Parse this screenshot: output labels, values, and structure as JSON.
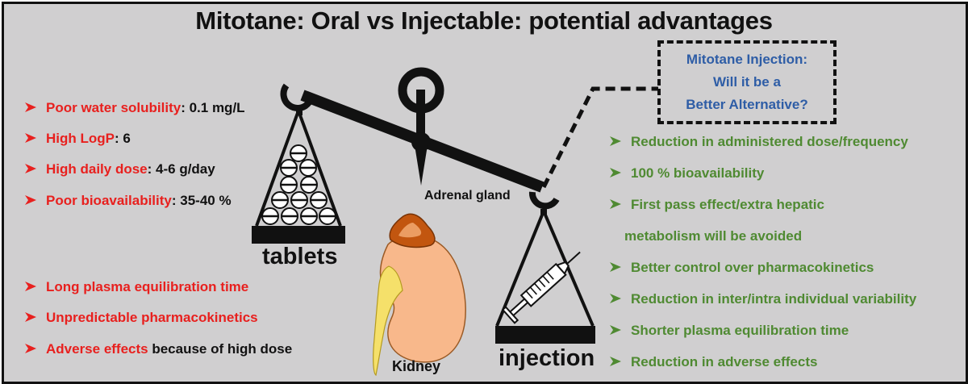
{
  "title": "Mitotane: Oral vs Injectable: potential advantages",
  "colors": {
    "background": "#d0cfd0",
    "negative": "#e8201e",
    "positive": "#4f8a32",
    "callout": "#2e5da6",
    "kidney": "#f8b88b",
    "adrenal": "#c2560f",
    "ureter": "#f5e06a"
  },
  "oral_drawbacks_top": [
    {
      "highlight": "Poor water solubility",
      "rest": ": 0.1 mg/L"
    },
    {
      "highlight": "High LogP",
      "rest": ": 6"
    },
    {
      "highlight": "High daily dose",
      "rest": ": 4-6 g/day"
    },
    {
      "highlight": "Poor bioavailability",
      "rest": ": 35-40 %"
    }
  ],
  "oral_drawbacks_bottom": [
    {
      "highlight": "Long plasma equilibration time",
      "rest": ""
    },
    {
      "highlight": "Unpredictable pharmacokinetics",
      "rest": ""
    },
    {
      "highlight": "Adverse effects",
      "rest": " because of high dose"
    }
  ],
  "callout": {
    "line1": "Mitotane Injection:",
    "line2": "Will it be a",
    "line3": "Better Alternative?"
  },
  "injection_advantages": [
    "Reduction in administered dose/frequency",
    "100 % bioavailability",
    "First pass effect/extra hepatic",
    "metabolism will be avoided",
    "Better control over pharmacokinetics",
    "Reduction in inter/intra individual variability",
    "Shorter plasma equilibration time",
    "Reduction in adverse effects"
  ],
  "labels": {
    "tablets": "tablets",
    "injection": "injection",
    "adrenal": "Adrenal gland",
    "kidney": "Kidney"
  },
  "icons": {
    "bullet": "arrowhead-bullet-icon",
    "scale": "balance-scale-icon",
    "tablet": "tablet-pill-icon",
    "syringe": "syringe-icon",
    "kidney": "kidney-illustration",
    "adrenal": "adrenal-gland-illustration"
  }
}
